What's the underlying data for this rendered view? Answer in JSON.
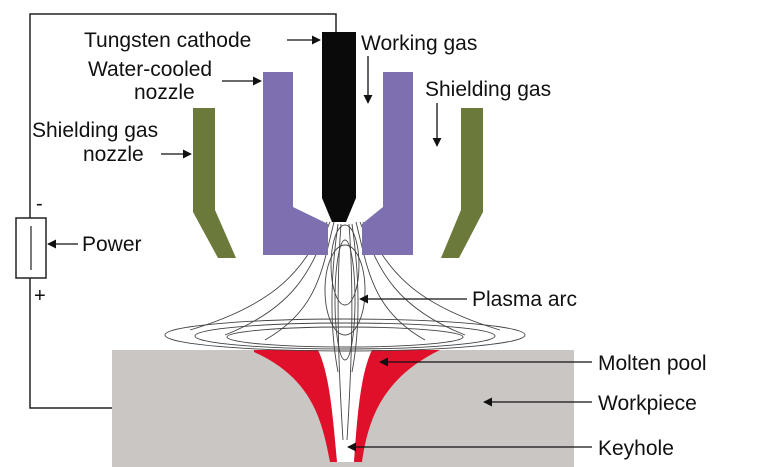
{
  "labels": {
    "tungsten_cathode": "Tungsten cathode",
    "working_gas": "Working gas",
    "water_cooled_line1": "Water-cooled",
    "water_cooled_line2": "nozzle",
    "shielding_gas": "Shielding gas",
    "shielding_nozzle_line1": "Shielding gas",
    "shielding_nozzle_line2": "nozzle",
    "power": "Power",
    "minus": "-",
    "plus": "+",
    "plasma_arc": "Plasma arc",
    "molten_pool": "Molten pool",
    "workpiece": "Workpiece",
    "keyhole": "Keyhole"
  },
  "colors": {
    "cathode": "#0a0a0a",
    "water_cooled_nozzle": "#7e70b0",
    "shielding_nozzle": "#6b7a3a",
    "workpiece": "#c9c6c3",
    "molten_pool": "#e0102a",
    "wire": "#222222",
    "arc_lines": "#444444"
  }
}
